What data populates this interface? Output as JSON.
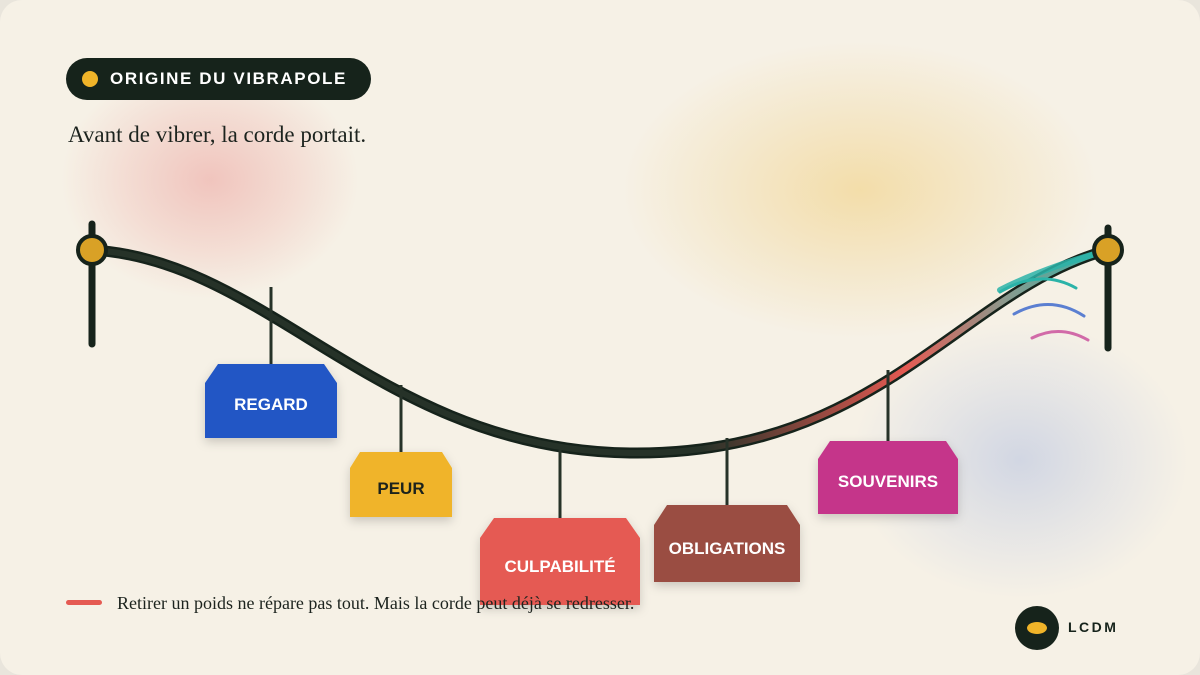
{
  "header": {
    "badge_label": "ORIGINE DU VIBRAPOLE",
    "subtitle": "Avant de vibrer, la corde portait."
  },
  "weights": [
    {
      "label": "REGARD",
      "color": "#2457c5",
      "text_color": "#ffffff"
    },
    {
      "label": "PEUR",
      "color": "#f0b429",
      "text_color": "#1c231e"
    },
    {
      "label": "CULPABILITÉ",
      "color": "#e55a52",
      "text_color": "#ffffff"
    },
    {
      "label": "OBLIGATIONS",
      "color": "#9a4d42",
      "text_color": "#ffffff"
    },
    {
      "label": "SOUVENIRS",
      "color": "#c5358a",
      "text_color": "#ffffff"
    }
  ],
  "colors": {
    "rope": "#263228",
    "post": "#16231b",
    "anchor": "#d9a126",
    "accent_red": "#e55a52",
    "accent_teal": "#2bb3a8",
    "wave_blue": "#5b7fd1",
    "wave_pink": "#d16aa8"
  },
  "legend": {
    "text": "Retirer un poids ne répare pas tout. Mais la corde peut déjà se redresser."
  },
  "logo": {
    "text": "LCDM",
    "icon": "eye-icon"
  }
}
